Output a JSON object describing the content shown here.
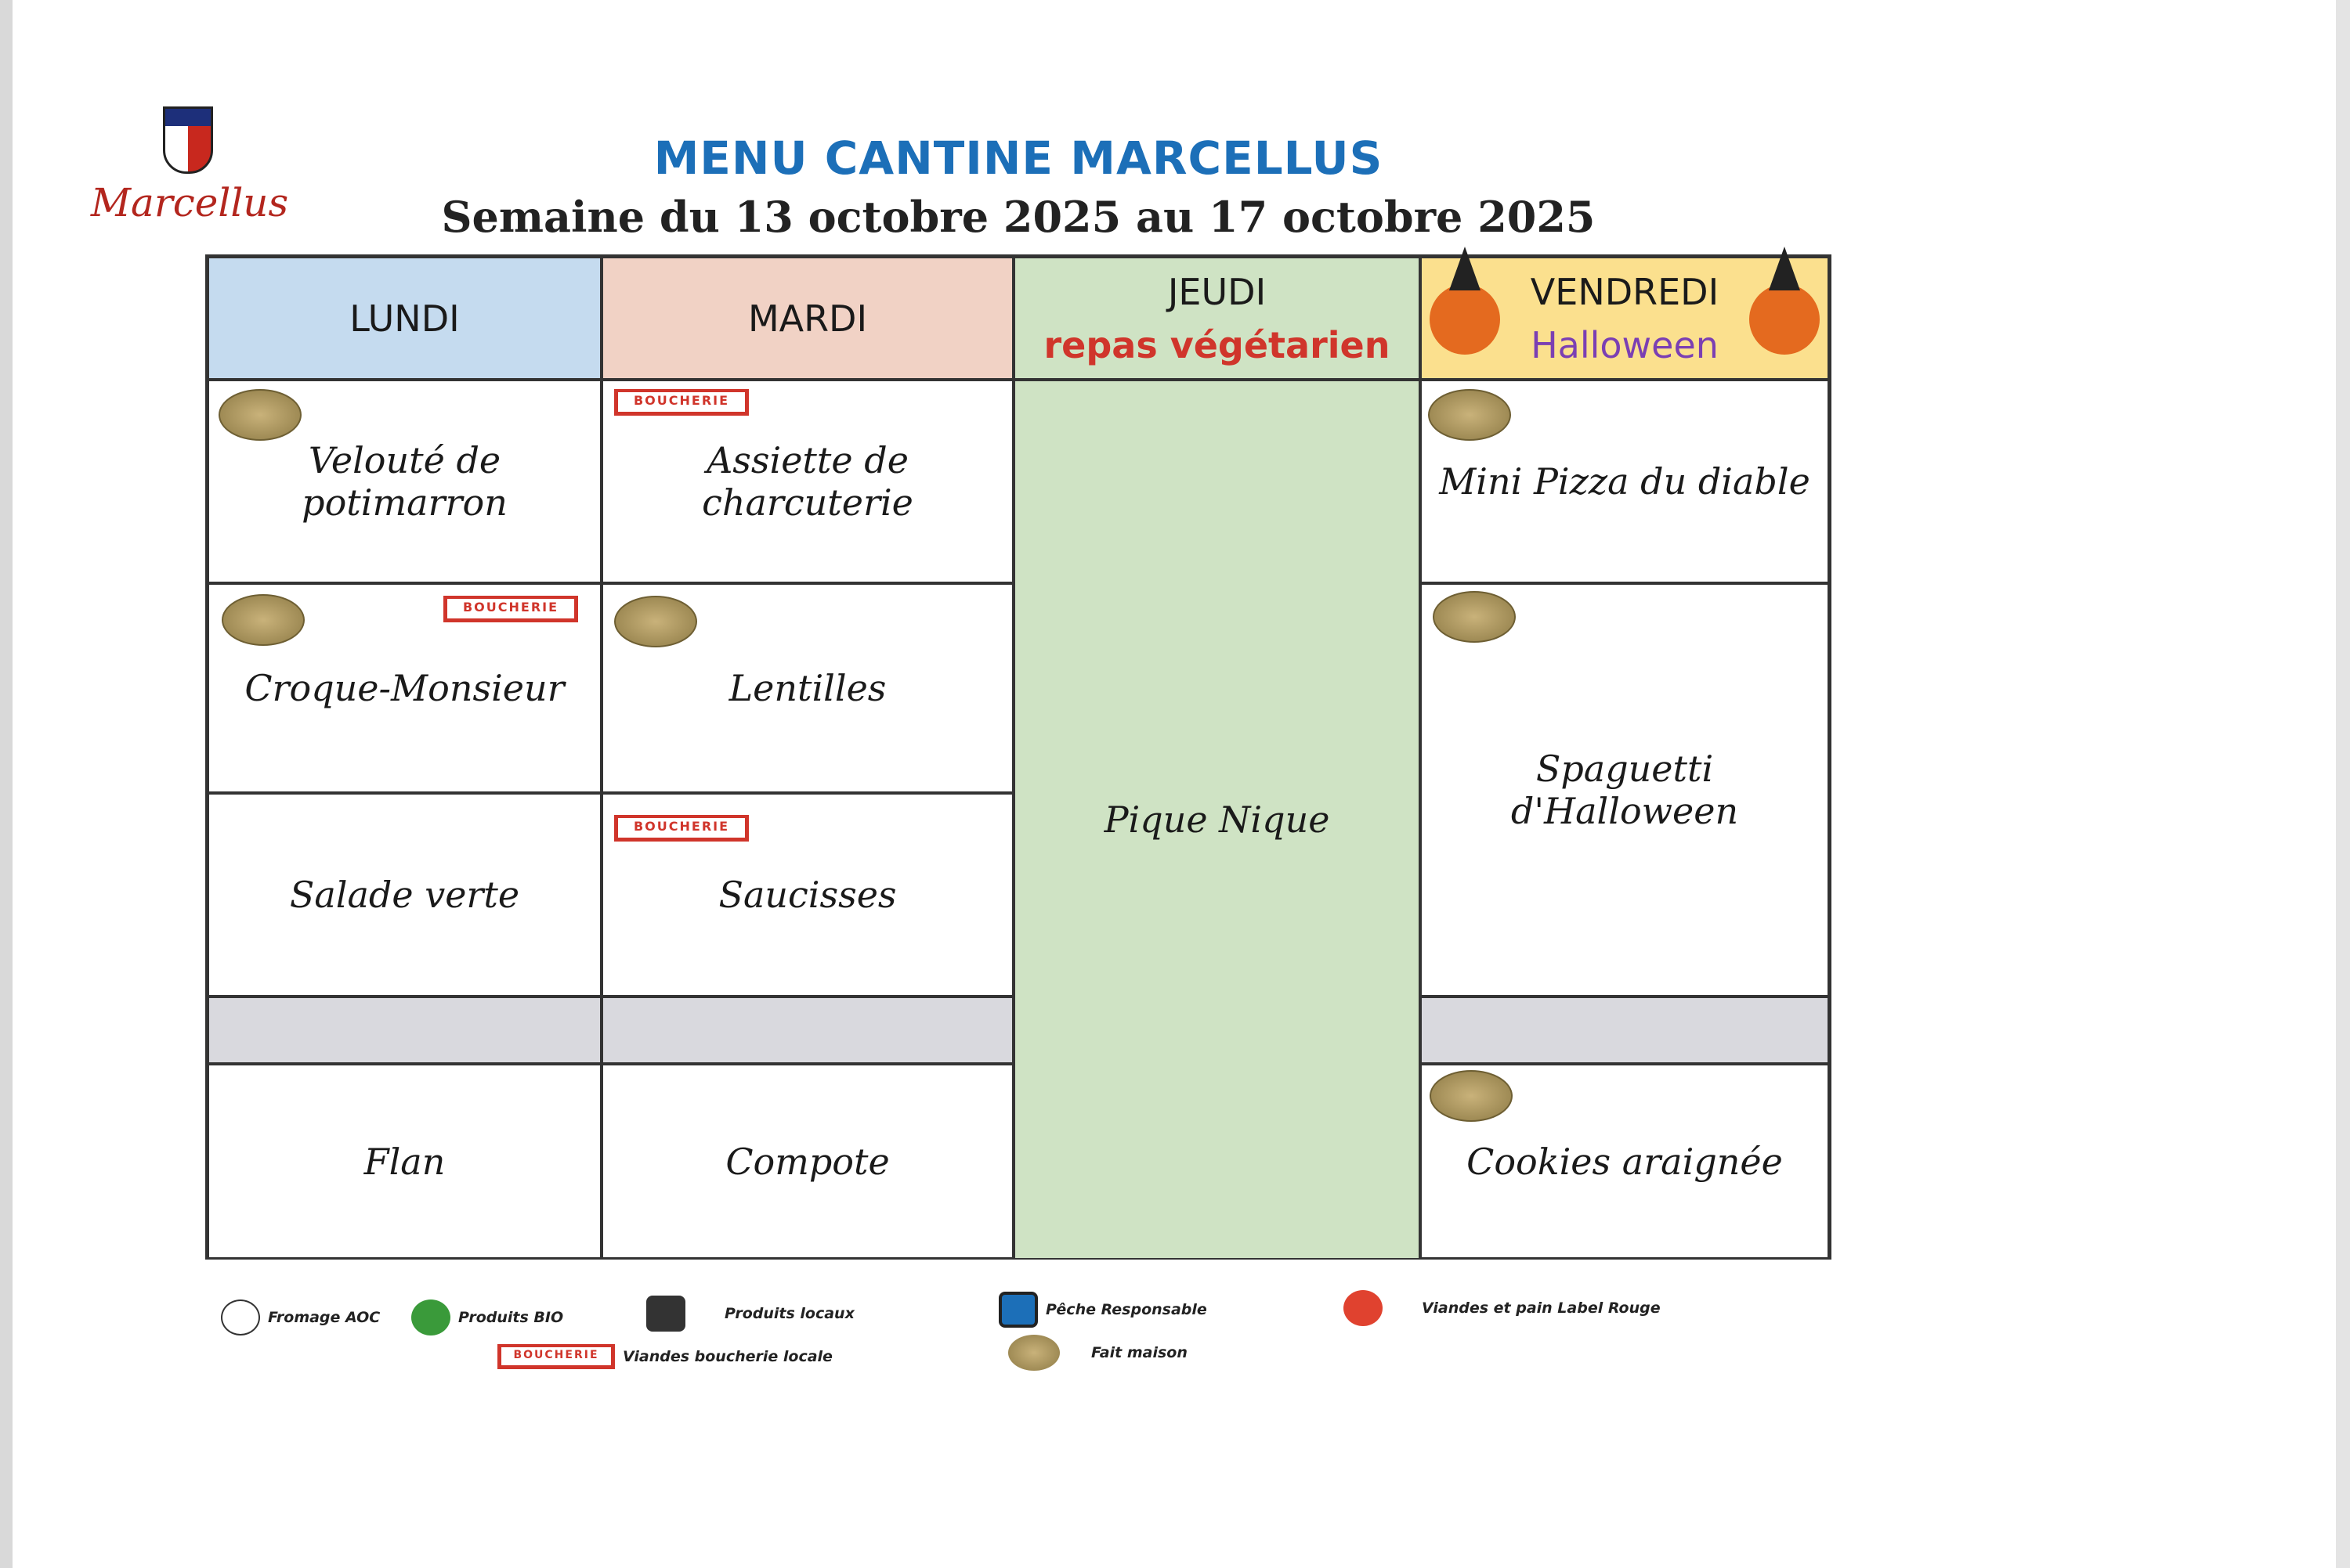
{
  "header": {
    "logo_text": "Marcellus",
    "title": "MENU CANTINE MARCELLUS",
    "subtitle": "Semaine du 13 octobre 2025  au 17 octobre 2025"
  },
  "days": {
    "lundi": {
      "label": "LUNDI",
      "color": "#c5dbef",
      "items": [
        "Velouté de potimarron",
        "Croque-Monsieur",
        "Salade verte",
        "Flan"
      ]
    },
    "mardi": {
      "label": "MARDI",
      "color": "#f1d2c5",
      "items": [
        "Assiette de charcuterie",
        "Lentilles",
        "Saucisses",
        "Compote"
      ]
    },
    "jeudi": {
      "label": "JEUDI",
      "sub": "repas végétarien",
      "color": "#cfe3c4",
      "items": [
        "Pique Nique"
      ]
    },
    "vendredi": {
      "label": "VENDREDI",
      "sub": "Halloween",
      "color": "#fbe08e",
      "items": [
        "Mini Pizza du diable",
        "Spaguetti d'Halloween",
        "Cookies araignée"
      ]
    }
  },
  "badges": {
    "boucherie": "BOUCHERIE"
  },
  "legend": [
    "Fromage AOC",
    "Produits BIO",
    "Produits locaux",
    "Pêche Responsable",
    "Viandes et pain Label Rouge",
    "Viandes boucherie locale",
    "Fait maison"
  ]
}
